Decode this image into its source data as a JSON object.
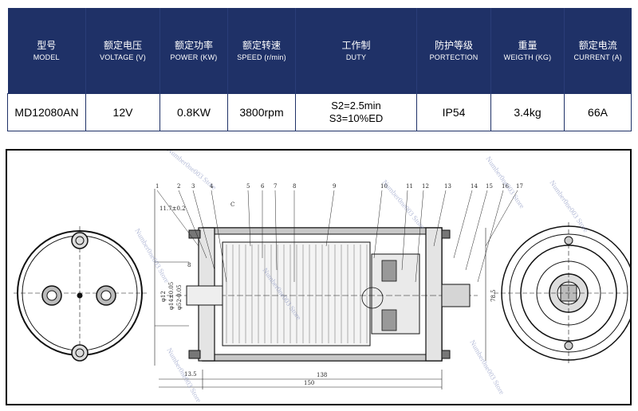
{
  "table": {
    "headers": [
      {
        "zh": "型号",
        "en": "MODEL"
      },
      {
        "zh": "额定电压",
        "en": "VOLTAGE (V)"
      },
      {
        "zh": "额定功率",
        "en": "POWER (KW)"
      },
      {
        "zh": "额定转速",
        "en": "SPEED (r/min)"
      },
      {
        "zh": "工作制",
        "en": "DUTY"
      },
      {
        "zh": "防护等级",
        "en": "PORTECTION"
      },
      {
        "zh": "重量",
        "en": "WEIGTH (KG)"
      },
      {
        "zh": "额定电流",
        "en": "CURRENT (A)"
      }
    ],
    "row": {
      "model": "MD12080AN",
      "voltage": "12V",
      "power": "0.8KW",
      "speed": "3800rpm",
      "duty_1": "S2=2.5min",
      "duty_2": "S3=10%ED",
      "protection": "IP54",
      "weight": "3.4kg",
      "current": "66A"
    }
  },
  "drawing": {
    "part_numbers": [
      "1",
      "2",
      "3",
      "4",
      "5",
      "6",
      "7",
      "8",
      "9",
      "10",
      "11",
      "12",
      "13",
      "14",
      "15",
      "16",
      "17"
    ],
    "label_c": "C",
    "dim_117": "11.7±0.2",
    "dim_8": "8",
    "dim_12": "φ12",
    "dim_14": "φ14±0.05",
    "dim_52": "φ52-0.05",
    "dim_785": "78.5",
    "dim_135": "13.5",
    "dim_138": "138",
    "dim_150": "150"
  },
  "watermark": "Number0ne003 Store"
}
